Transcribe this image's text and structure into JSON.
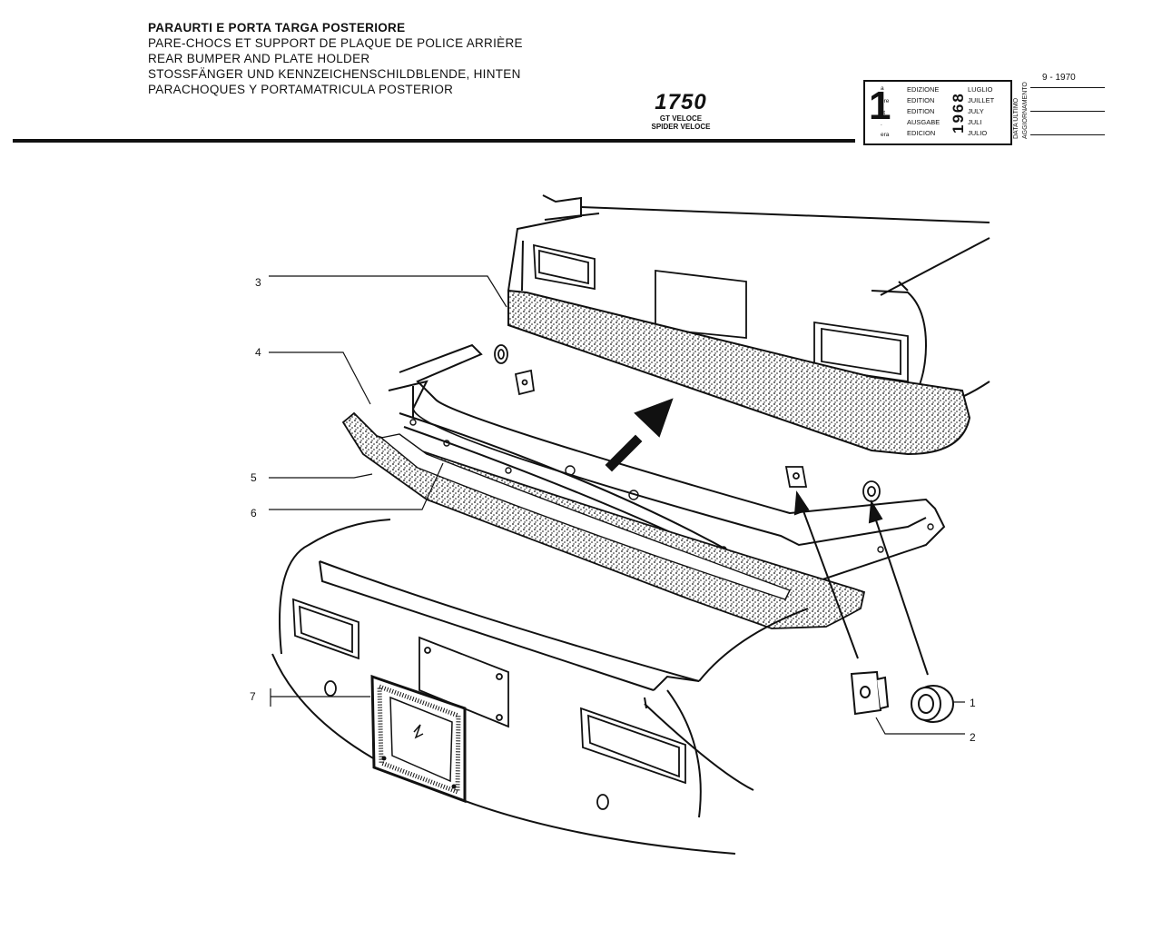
{
  "header": {
    "titles": [
      "PARAURTI E PORTA TARGA POSTERIORE",
      "PARE-CHOCS ET SUPPORT DE PLAQUE DE POLICE ARRIÈRE",
      "REAR BUMPER AND PLATE HOLDER",
      "STOSSFÄNGER UND KENNZEICHENSCHILDBLENDE, HINTEN",
      "PARACHOQUES Y PORTAMATRICULA POSTERIOR"
    ],
    "model": "1750",
    "variants": [
      "GT VELOCE",
      "SPIDER VELOCE"
    ]
  },
  "edition": {
    "number": "1",
    "suffixes": [
      "a",
      "ere",
      "st",
      ".",
      "era"
    ],
    "labels": [
      "EDIZIONE",
      "EDITION",
      "EDITION",
      "AUSGABE",
      "EDICION"
    ],
    "year": "1968",
    "months": [
      "LUGLIO",
      "JUILLET",
      "JULY",
      "JULI",
      "JULIO"
    ],
    "last_update_label": [
      "DATA ULTIMO",
      "AGGIORNAMENTO"
    ],
    "last_update_date": "9 - 1970"
  },
  "callouts": [
    "1",
    "2",
    "3",
    "4",
    "5",
    "6",
    "7"
  ]
}
